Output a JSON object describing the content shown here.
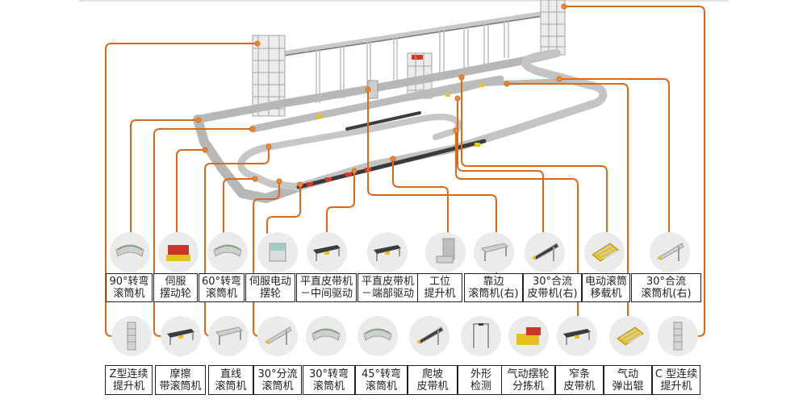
{
  "diagram": {
    "title": "",
    "accent_color": "#d9691c",
    "label_border_color": "#222222",
    "thumb_bg": "#ebebeb",
    "top_row": [
      {
        "line1": "90°转弯",
        "line2": "滚筒机",
        "icon": "curve-roller-90-icon"
      },
      {
        "line1": "伺服",
        "line2": "摆动轮",
        "icon": "servo-swing-wheel-icon"
      },
      {
        "line1": "60°转弯",
        "line2": "滚筒机",
        "icon": "curve-roller-60-icon"
      },
      {
        "line1": "伺服电动",
        "line2": "摆轮",
        "icon": "servo-electric-swing-icon"
      },
      {
        "line1": "平直皮带机",
        "line2": "－中间驱动",
        "icon": "belt-center-drive-icon"
      },
      {
        "line1": "平直皮带机",
        "line2": "－端部驱动",
        "icon": "belt-end-drive-icon"
      },
      {
        "line1": "工位",
        "line2": "提升机",
        "icon": "station-lift-icon"
      },
      {
        "line1": "靠边",
        "line2": "滚筒机(右)",
        "icon": "side-align-roller-icon"
      },
      {
        "line1": "30°合流",
        "line2": "皮带机(右)",
        "icon": "merge-belt-30-icon"
      },
      {
        "line1": "电动滚筒",
        "line2": "移载机",
        "icon": "roller-transfer-icon"
      },
      {
        "line1": "30°合流",
        "line2": "滚筒机(右)",
        "icon": "merge-roller-30-icon"
      }
    ],
    "bottom_row": [
      {
        "line1": "Z型连续",
        "line2": "提升机",
        "icon": "z-lift-icon"
      },
      {
        "line1": "摩擦",
        "line2": "带滚筒机",
        "icon": "friction-roller-icon"
      },
      {
        "line1": "直线",
        "line2": "滚筒机",
        "icon": "straight-roller-icon"
      },
      {
        "line1": "30°分流",
        "line2": "滚筒机",
        "icon": "divert-roller-30-icon"
      },
      {
        "line1": "30°转弯",
        "line2": "滚筒机",
        "icon": "curve-roller-30-icon"
      },
      {
        "line1": "45°转弯",
        "line2": "滚筒机",
        "icon": "curve-roller-45-icon"
      },
      {
        "line1": "爬坡",
        "line2": "皮带机",
        "icon": "incline-belt-icon"
      },
      {
        "line1": "外形",
        "line2": "检测",
        "icon": "profile-check-icon"
      },
      {
        "line1": "气动摆轮",
        "line2": "分拣机",
        "icon": "pneumatic-sorter-icon"
      },
      {
        "line1": "窄条",
        "line2": "皮带机",
        "icon": "narrow-belt-icon"
      },
      {
        "line1": "气动",
        "line2": "弹出辊",
        "icon": "pop-up-roller-icon"
      },
      {
        "line1": "C 型连续",
        "line2": "提升机",
        "icon": "c-lift-icon"
      }
    ]
  }
}
